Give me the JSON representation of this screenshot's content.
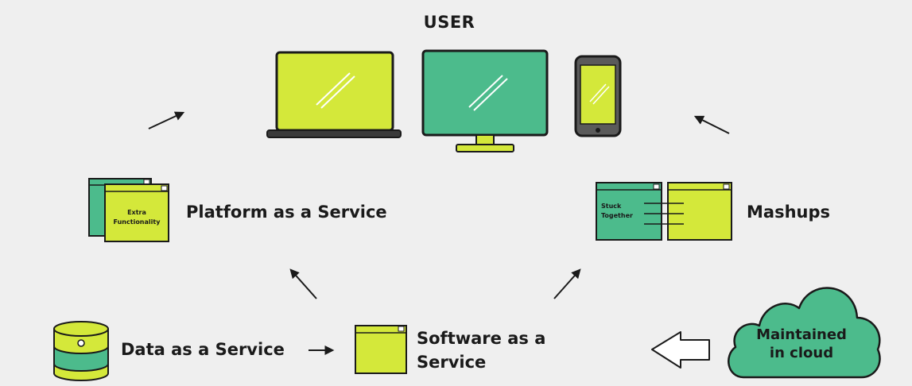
{
  "user_title": "USER",
  "nodes": {
    "paas": {
      "label": "Platform as a Service",
      "icon_text_line1": "Extra",
      "icon_text_line2": "Functionality"
    },
    "mashups": {
      "label": "Mashups",
      "icon_text_line1": "Stuck",
      "icon_text_line2": "Together"
    },
    "daas": {
      "label": "Data as a Service"
    },
    "saas": {
      "label_line1": "Software as a",
      "label_line2": "Service"
    },
    "cloud": {
      "label_line1": "Maintained",
      "label_line2": "in cloud"
    }
  },
  "devices": [
    "laptop-icon",
    "monitor-icon",
    "smartphone-icon"
  ],
  "colors": {
    "lime": "#d4e83a",
    "teal": "#4cbb8c",
    "outline": "#1a1a1a",
    "background": "#efefef"
  }
}
